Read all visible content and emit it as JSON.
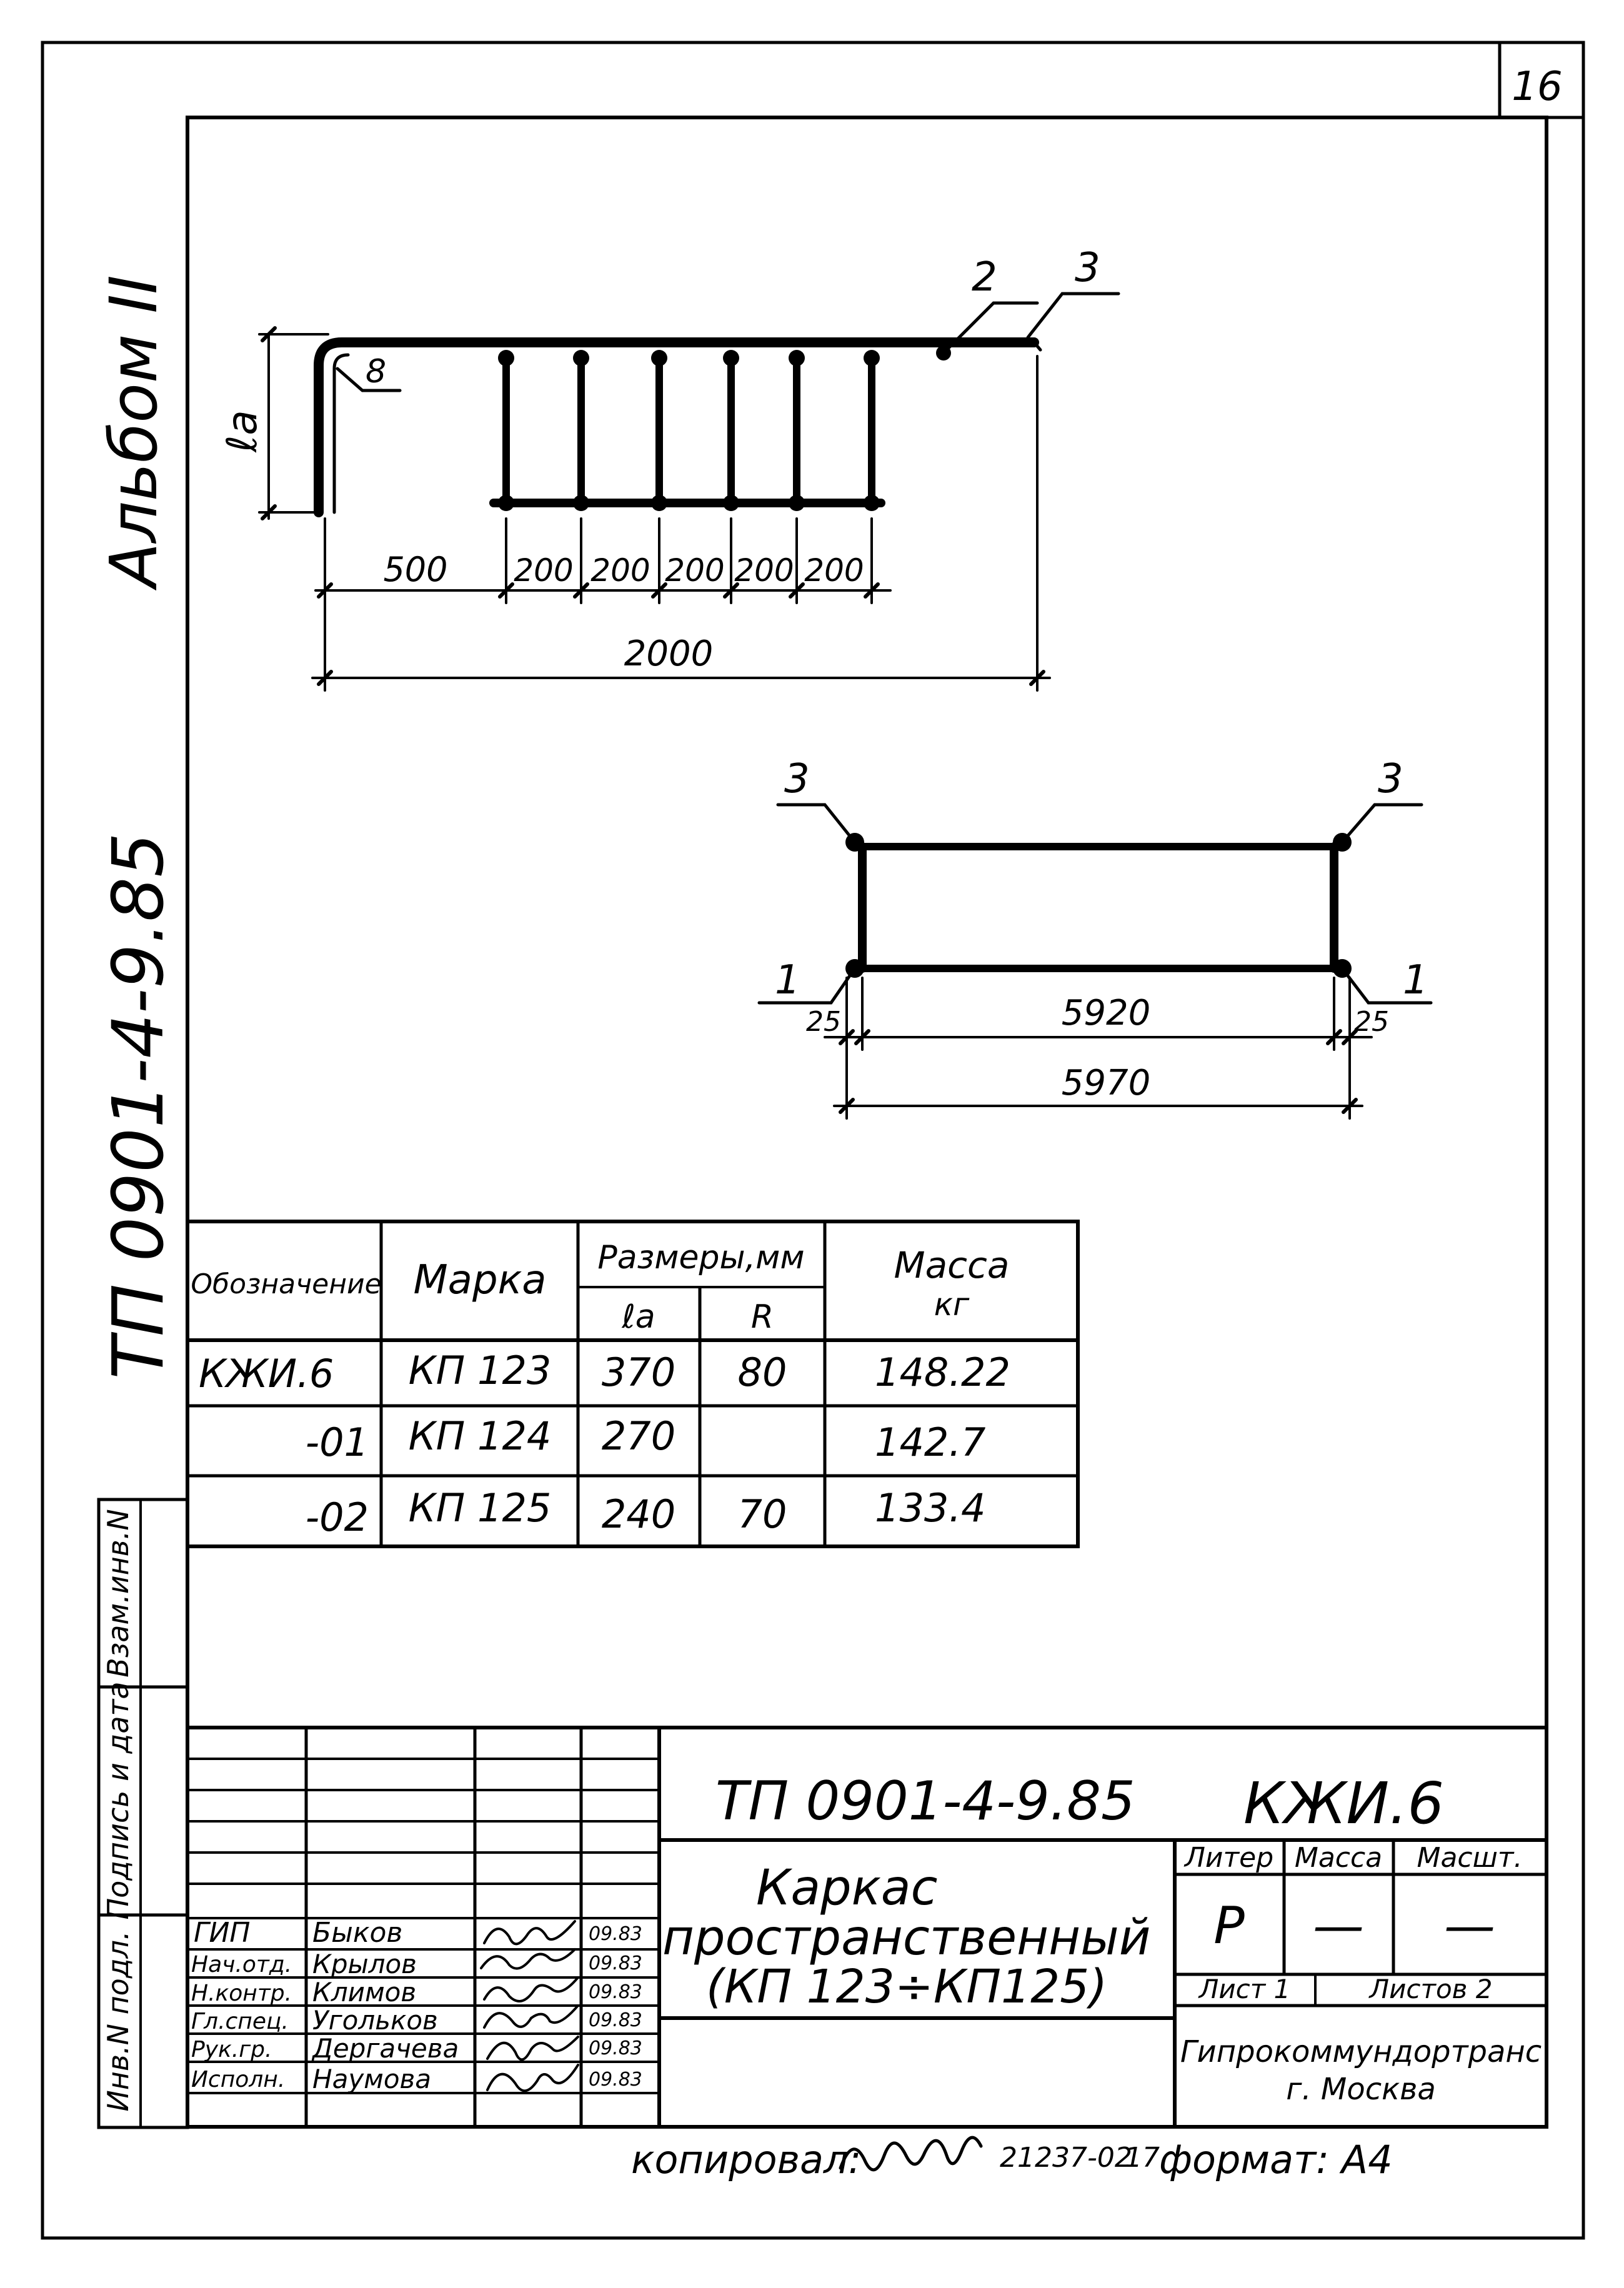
{
  "sheet": {
    "number": "16"
  },
  "side_text": {
    "album": "Альбом II",
    "project_code": "ТП 0901-4-9.85"
  },
  "drawing_top": {
    "callouts": [
      "2",
      "3"
    ],
    "radius_label": "8",
    "height_label": "ℓa",
    "dims": [
      "500",
      "200",
      "200",
      "200",
      "200",
      "200"
    ],
    "total": "2000"
  },
  "drawing_bottom": {
    "callouts": [
      "3",
      "3",
      "1",
      "1"
    ],
    "edge_left": "25",
    "edge_right": "25",
    "inner": "5920",
    "total": "5970"
  },
  "spec_table": {
    "headers": {
      "designation": "Обозначение",
      "mark": "Марка",
      "sizes": "Размеры,мм",
      "la": "ℓa",
      "r": "R",
      "mass": "Масса",
      "mass_unit": "кг"
    },
    "rows": [
      {
        "designation": "КЖИ.6",
        "mark": "КП 123",
        "la": "370",
        "r": "80",
        "mass": "148.22"
      },
      {
        "designation": "-01",
        "mark": "КП 124",
        "la": "270",
        "r": "",
        "mass": "142.7"
      },
      {
        "designation": "-02",
        "mark": "КП 125",
        "la": "240",
        "r": "70",
        "mass": "133.4"
      }
    ]
  },
  "left_strip": {
    "labels": [
      "Взам.инв.N",
      "Подпись и дата",
      "Инв.N подл."
    ]
  },
  "title_block": {
    "code": "ТП 0901-4-9.85",
    "doc": "КЖИ.6",
    "title_lines": [
      "Каркас",
      "пространственный",
      "(КП 123÷КП125)"
    ],
    "headers": {
      "liter": "Литер",
      "mass": "Масса",
      "scale": "Масшт."
    },
    "liter_value": "Р",
    "mass_value": "—",
    "scale_value": "—",
    "sheet_label": "Лист 1",
    "sheets_label": "Листов 2",
    "org_line1": "Гипрокоммундортранс",
    "org_line2": "г. Москва",
    "signers": [
      {
        "role": "ГИП",
        "name": "Быков",
        "date": "09.83"
      },
      {
        "role": "Нач.отд.",
        "name": "Крылов",
        "date": "09.83"
      },
      {
        "role": "Н.контр.",
        "name": "Климов",
        "date": "09.83"
      },
      {
        "role": "Гл.спец.",
        "name": "Угольков",
        "date": "09.83"
      },
      {
        "role": "Рук.гр.",
        "name": "Дергачева",
        "date": "09.83"
      },
      {
        "role": "Исполн.",
        "name": "Наумова",
        "date": "09.83"
      }
    ]
  },
  "footer": {
    "copied_label": "копировал:",
    "copied_number": "21237-02",
    "copied_index": "17",
    "format_label": "формат: А4"
  }
}
